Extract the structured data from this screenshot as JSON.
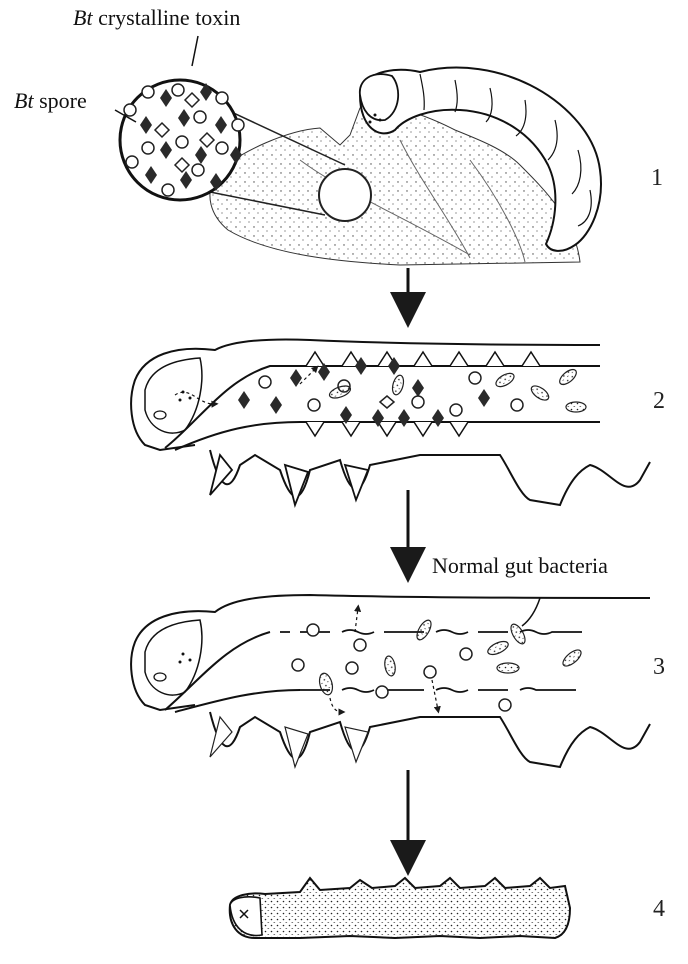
{
  "labels": {
    "toxin_italic": "Bt",
    "toxin_rest": " crystalline toxin",
    "spore_italic": "Bt",
    "spore_rest": " spore",
    "gut_bacteria": "Normal gut bacteria"
  },
  "steps": [
    "1",
    "2",
    "3",
    "4"
  ],
  "colors": {
    "ink": "#1a1a1a",
    "paper": "#ffffff",
    "shade": "#3a3a3a"
  }
}
